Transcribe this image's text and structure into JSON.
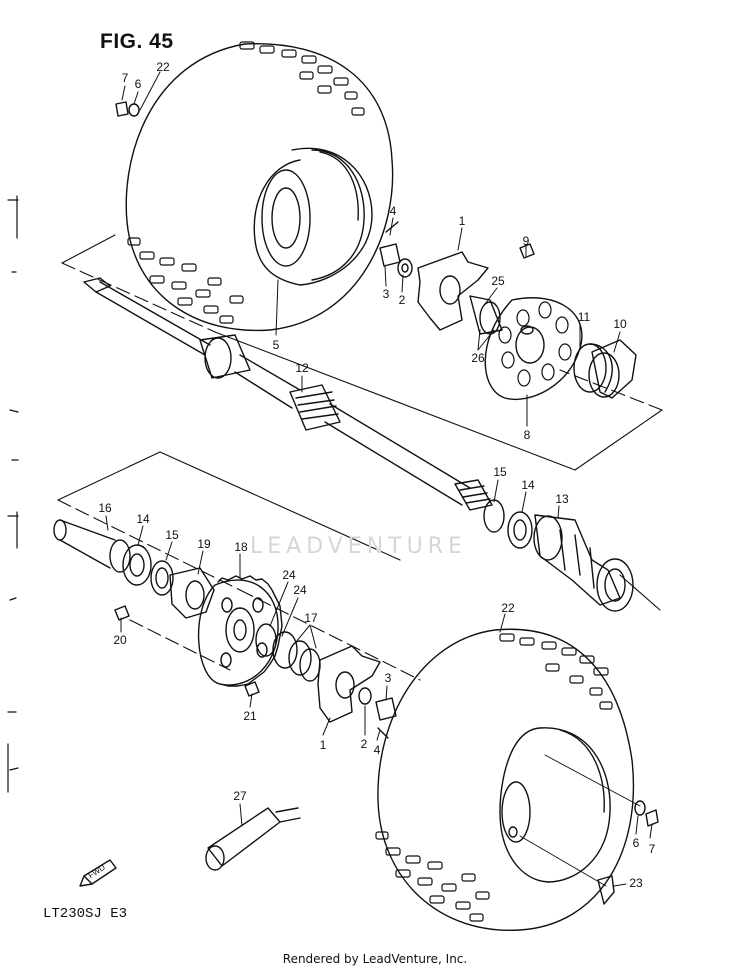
{
  "figure": {
    "title": "FIG. 45",
    "model_code": "LT230SJ  E3",
    "footer": "Rendered by LeadVenture, Inc.",
    "watermark": "LEADVENTURE",
    "fwd_label": "FWD"
  },
  "callouts": [
    "1",
    "2",
    "3",
    "4",
    "5",
    "6",
    "7",
    "8",
    "9",
    "10",
    "11",
    "12",
    "13",
    "14",
    "15",
    "16",
    "17",
    "18",
    "19",
    "20",
    "21",
    "22",
    "23",
    "24",
    "25",
    "26",
    "27"
  ],
  "colors": {
    "ink": "#111111",
    "paper": "#ffffff",
    "watermark": "#d6d6d6"
  }
}
